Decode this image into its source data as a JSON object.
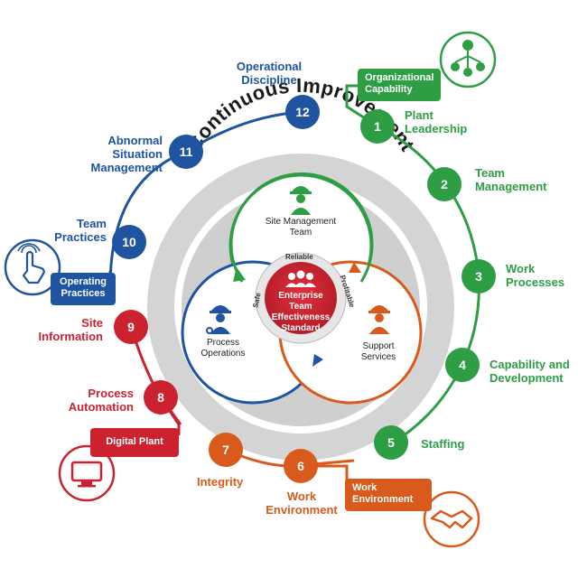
{
  "title": "Continuous Improvement",
  "center": {
    "label": "Enterprise Team Effectiveness Standard",
    "ring_words": [
      "Reliable",
      "Safe",
      "Profitable"
    ]
  },
  "inner_circles": [
    {
      "label": "Site Management Team",
      "color": "#2e9e45",
      "icon": "worker-icon"
    },
    {
      "label": "Process Operations",
      "color": "#1f55a0",
      "icon": "operator-icon"
    },
    {
      "label": "Support Services",
      "color": "#d85a1c",
      "icon": "technician-icon"
    }
  ],
  "steps": [
    {
      "number": "1",
      "label": "Plant Leadership",
      "color": "#2e9e45"
    },
    {
      "number": "2",
      "label": "Team Management",
      "color": "#2e9e45"
    },
    {
      "number": "3",
      "label": "Work Processes",
      "color": "#2e9e45"
    },
    {
      "number": "4",
      "label": "Capability and Development",
      "color": "#2e9e45"
    },
    {
      "number": "5",
      "label": "Staffing",
      "color": "#2e9e45"
    },
    {
      "number": "6",
      "label": "Work Environment",
      "color": "#d85a1c"
    },
    {
      "number": "7",
      "label": "Integrity",
      "color": "#d85a1c"
    },
    {
      "number": "8",
      "label": "Process Automation",
      "color": "#cc2230"
    },
    {
      "number": "9",
      "label": "Site Information",
      "color": "#cc2230"
    },
    {
      "number": "10",
      "label": "Team Practices",
      "color": "#1f55a0"
    },
    {
      "number": "11",
      "label": "Abnormal Situation Management",
      "color": "#1f55a0"
    },
    {
      "number": "12",
      "label": "Operational Discipline",
      "color": "#1f55a0"
    }
  ],
  "tags": [
    {
      "label": "Organizational Capability",
      "color": "#2e9e45",
      "icon": "org-chart-icon"
    },
    {
      "label": "Work Environment",
      "color": "#d85a1c",
      "icon": "handshake-icon"
    },
    {
      "label": "Digital Plant",
      "color": "#cc2230",
      "icon": "monitor-icon"
    },
    {
      "label": "Operating Practices",
      "color": "#1f55a0",
      "icon": "touch-hand-icon"
    }
  ],
  "colors": {
    "green": "#2e9e45",
    "blue": "#1f55a0",
    "red": "#cc2230",
    "orange": "#d85a1c",
    "gray_ring": "#d4d4d4"
  }
}
